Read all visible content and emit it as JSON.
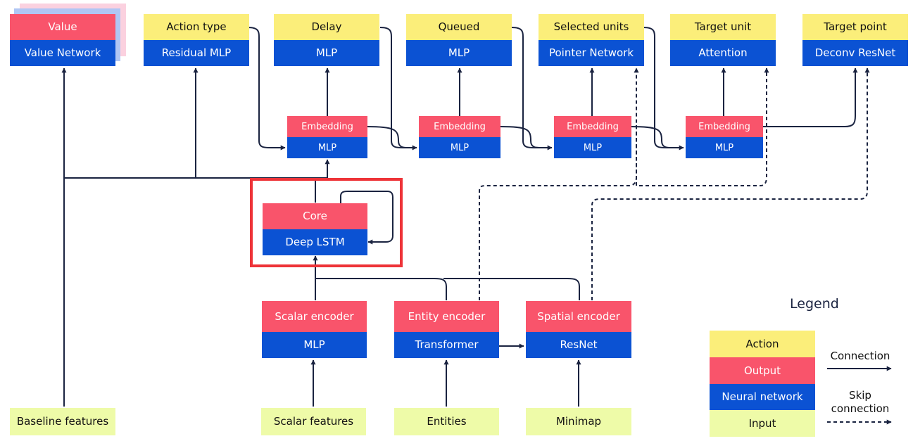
{
  "outputs_row": {
    "value": {
      "output": "Value",
      "network": "Value Network"
    },
    "action_type": {
      "action": "Action type",
      "network": "Residual MLP"
    },
    "delay": {
      "action": "Delay",
      "network": "MLP"
    },
    "queued": {
      "action": "Queued",
      "network": "MLP"
    },
    "selected_units": {
      "action": "Selected units",
      "network": "Pointer Network"
    },
    "target_unit": {
      "action": "Target unit",
      "network": "Attention"
    },
    "target_point": {
      "action": "Target point",
      "network": "Deconv ResNet"
    }
  },
  "embeddings": [
    {
      "output": "Embedding",
      "network": "MLP"
    },
    {
      "output": "Embedding",
      "network": "MLP"
    },
    {
      "output": "Embedding",
      "network": "MLP"
    },
    {
      "output": "Embedding",
      "network": "MLP"
    }
  ],
  "core": {
    "output": "Core",
    "network": "Deep LSTM"
  },
  "encoders": {
    "scalar": {
      "output": "Scalar encoder",
      "network": "MLP"
    },
    "entity": {
      "output": "Entity encoder",
      "network": "Transformer"
    },
    "spatial": {
      "output": "Spatial encoder",
      "network": "ResNet"
    }
  },
  "inputs": {
    "baseline": "Baseline features",
    "scalar": "Scalar features",
    "entities": "Entities",
    "minimap": "Minimap"
  },
  "legend": {
    "title": "Legend",
    "action": "Action",
    "output": "Output",
    "neural_network": "Neural network",
    "input": "Input",
    "connection": "Connection",
    "skip_connection_line1": "Skip",
    "skip_connection_line2": "connection"
  },
  "colors": {
    "action": "#fbee7a",
    "output": "#f9546b",
    "neural_network": "#0b52d3",
    "input": "#eefba8",
    "arrow": "#1a2340",
    "highlight": "#ee3338"
  }
}
